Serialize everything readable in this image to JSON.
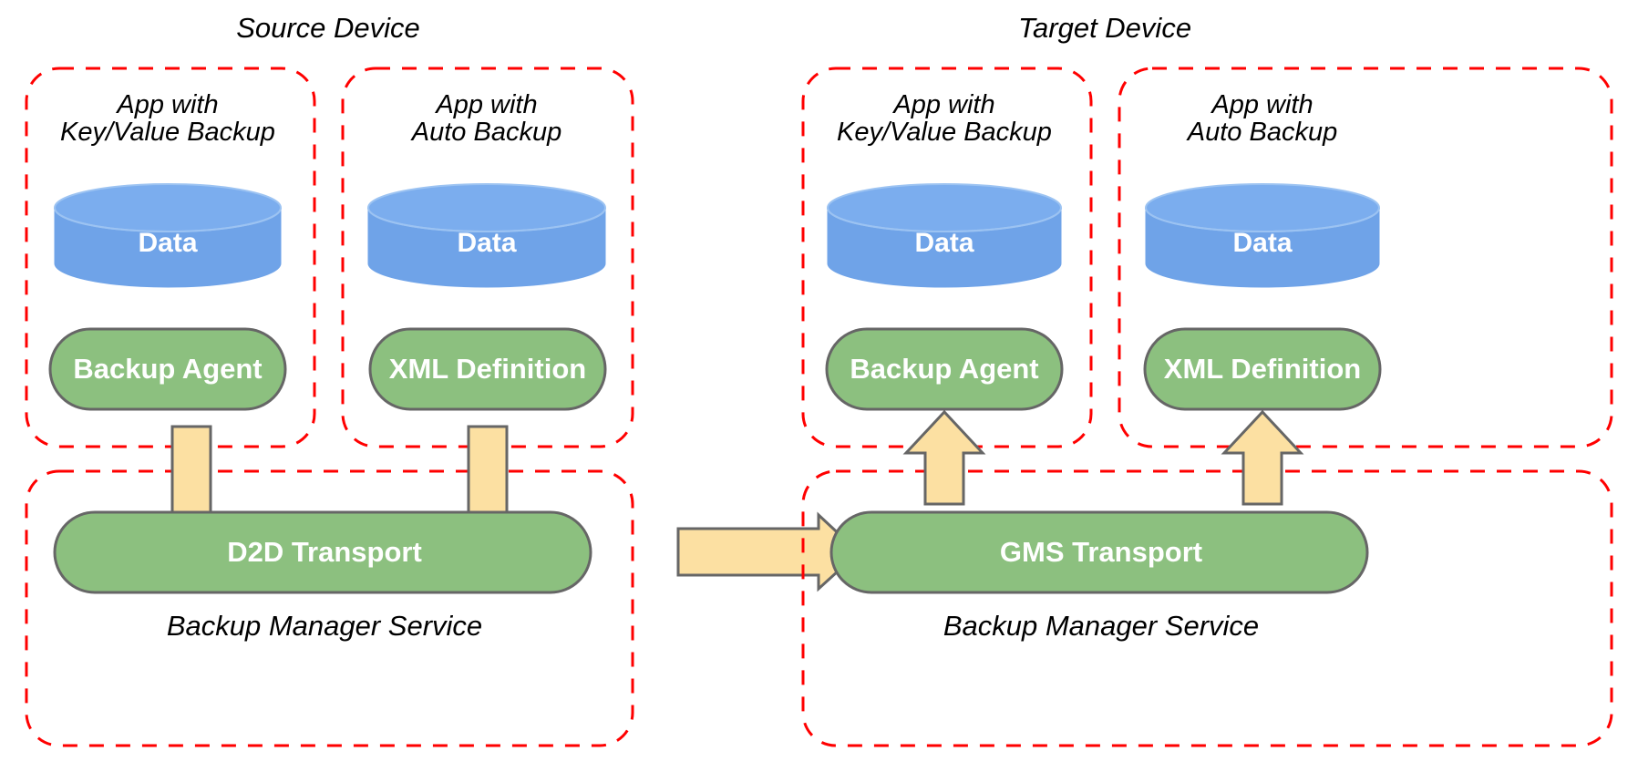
{
  "diagram": {
    "title_left": "Source Device",
    "title_right": "Target Device",
    "colors": {
      "dashed_border": "#ff0000",
      "pill_fill": "#8CC07F",
      "pill_stroke": "#666666",
      "cylinder_fill": "#6FA3E8",
      "arrow_fill": "#FCE0A2",
      "arrow_stroke": "#666666",
      "text_dark": "#000000",
      "text_light": "#ffffff",
      "background": "#ffffff"
    }
  },
  "source_device": {
    "label": "Source Device",
    "apps": [
      {
        "title_line1": "App with",
        "title_line2": "Key/Value Backup",
        "data_label": "Data",
        "component_label": "Backup Agent"
      },
      {
        "title_line1": "App with",
        "title_line2": "Auto Backup",
        "data_label": "Data",
        "component_label": "XML Definition"
      }
    ],
    "service": {
      "transport_label": "D2D Transport",
      "service_label": "Backup Manager Service"
    }
  },
  "target_device": {
    "label": "Target Device",
    "apps": [
      {
        "title_line1": "App with",
        "title_line2": "Key/Value Backup",
        "data_label": "Data",
        "component_label": "Backup Agent"
      },
      {
        "title_line1": "App with",
        "title_line2": "Auto Backup",
        "data_label": "Data",
        "component_label": "XML Definition"
      }
    ],
    "service": {
      "transport_label": "GMS Transport",
      "service_label": "Backup Manager Service"
    }
  },
  "arrows": [
    {
      "name": "backup-agent-to-d2d",
      "direction": "down"
    },
    {
      "name": "xml-definition-to-d2d",
      "direction": "down"
    },
    {
      "name": "d2d-to-gms",
      "direction": "right"
    },
    {
      "name": "gms-to-backup-agent",
      "direction": "up"
    },
    {
      "name": "gms-to-xml-definition",
      "direction": "up"
    }
  ]
}
